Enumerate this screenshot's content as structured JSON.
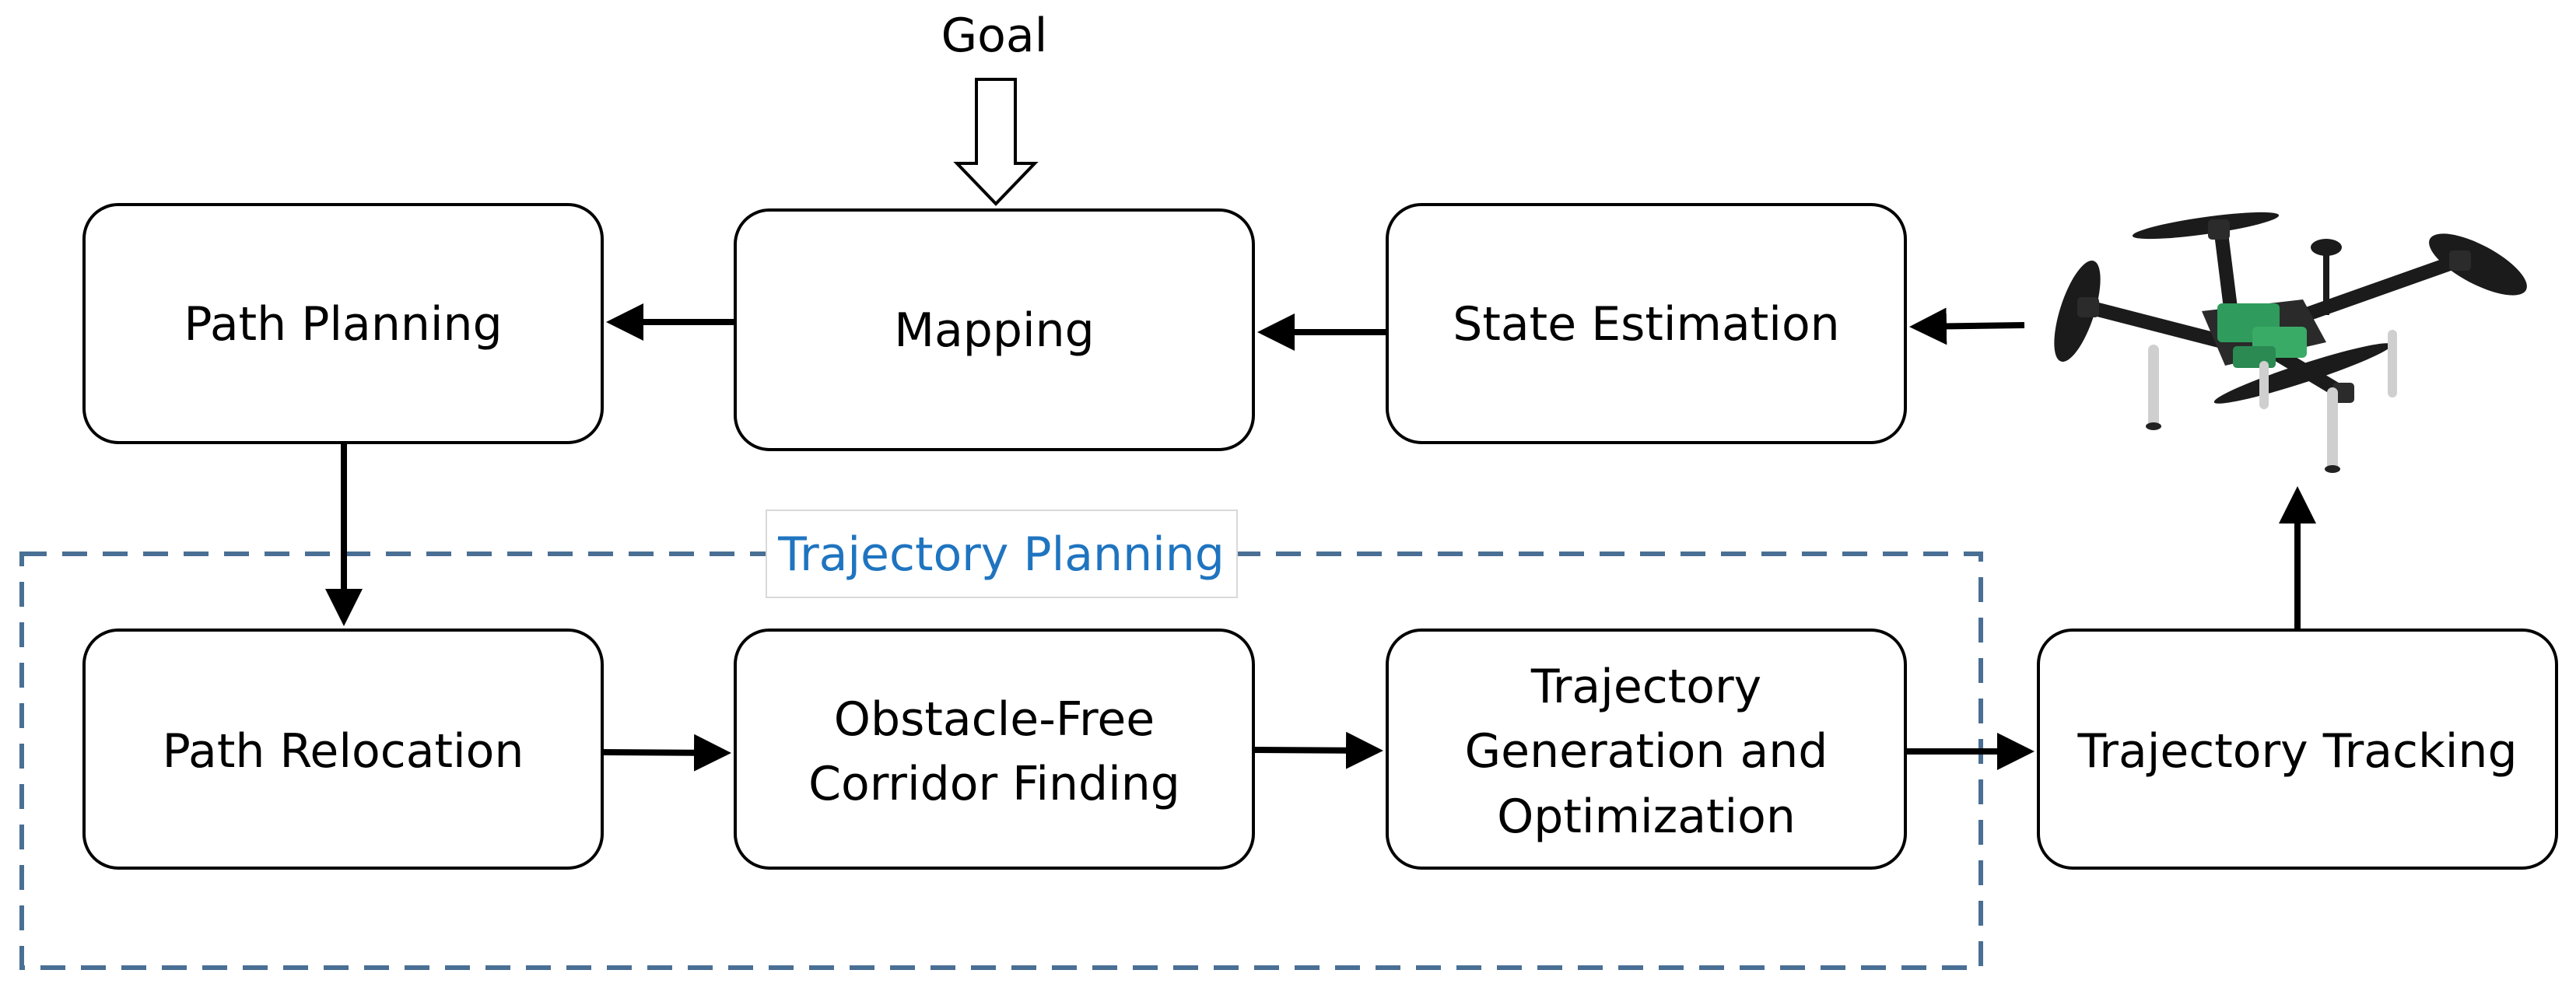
{
  "diagram": {
    "goal_label": "Goal",
    "group_title": "Trajectory Planning",
    "boxes": {
      "path_planning": "Path Planning",
      "mapping": "Mapping",
      "state_estimation": "State Estimation",
      "path_relocation": "Path Relocation",
      "corridor_line1": "Obstacle-Free",
      "corridor_line2": "Corridor Finding",
      "trajgen_line1": "Trajectory",
      "trajgen_line2": "Generation and",
      "trajgen_line3": "Optimization",
      "trajectory_tracking": "Trajectory Tracking"
    },
    "colors": {
      "group_border": "#4a6f94",
      "group_title": "#1f74c0",
      "drone_arm": "#1b1b1b",
      "drone_board": "#2f9b5c"
    }
  }
}
